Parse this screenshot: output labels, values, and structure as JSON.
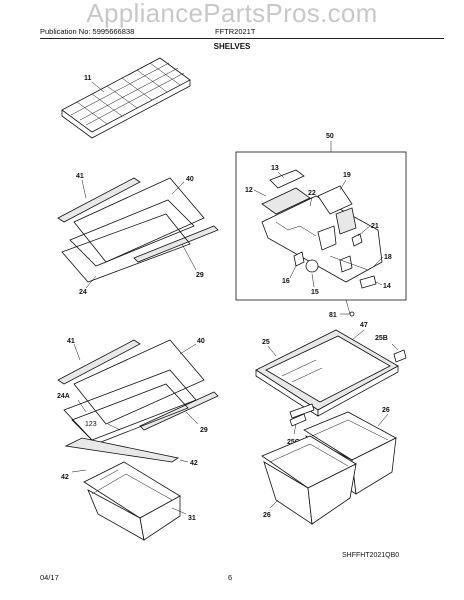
{
  "watermark": "AppliancePartsPros.com",
  "header": {
    "publication": "Publication No: 5995666838",
    "model": "FFTR2021T",
    "section_title": "SHELVES"
  },
  "callouts": {
    "wire_shelf": "11",
    "upper_glass_frame": "41",
    "upper_glass_shelf": "40",
    "upper_trim": "29",
    "upper_glass_seal": "24",
    "crisper_assembly": "50",
    "part_13": "13",
    "part_12": "12",
    "part_22": "22",
    "part_19": "19",
    "part_21": "21",
    "part_18": "18",
    "part_16": "16",
    "part_15": "15",
    "part_14": "14",
    "part_81": "81",
    "lower_frame": "41",
    "lower_glass_shelf": "40",
    "lower_seal": "24A",
    "lower_trim": "29",
    "part_123": "123",
    "left_rail": "42",
    "right_rail": "42",
    "small_pan": "31",
    "crisper_cover_frame": "25",
    "crisper_cover_glass": "47",
    "part_25b": "25B",
    "part_25c": "25C",
    "pan_right": "26",
    "pan_left": "26",
    "figure_code": "SHFFHT2021QB0"
  },
  "footer": {
    "date": "04/17",
    "page": "6"
  }
}
